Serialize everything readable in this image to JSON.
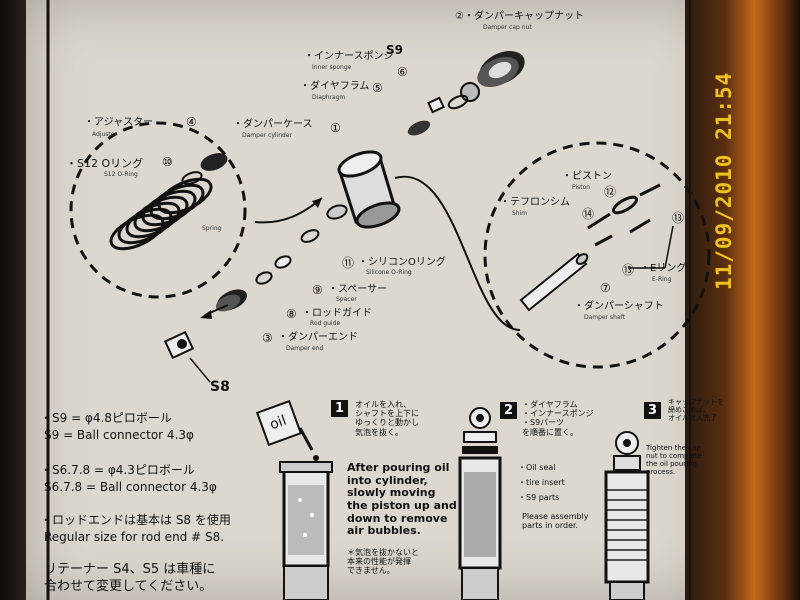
{
  "datestamp": "11/09/2010 21:54",
  "parts": {
    "damper_cap_nut": {
      "num": "②",
      "jp": "・ダンパーキャップナット",
      "en": "Damper cap nut"
    },
    "s9": "S9",
    "inner_sponge": {
      "num": "⑥",
      "jp": "・インナースポンジ",
      "en": "Inner sponge"
    },
    "diaphragm": {
      "num": "⑤",
      "jp": "・ダイヤフラム",
      "en": "Diaphragm"
    },
    "adjuster": {
      "num": "④",
      "jp": "・アジャスター",
      "en": "Adjuster"
    },
    "damper_cylinder": {
      "num": "①",
      "jp": "・ダンパーケース",
      "en": "Damper cylinder"
    },
    "s12_oring": {
      "num": "⑩",
      "jp": "・S12 Oリング",
      "en": "S12 O-Ring"
    },
    "spring": {
      "en": "Spring"
    },
    "silicone_oring": {
      "num": "⑪",
      "jp": "・シリコンOリング",
      "en": "Silicone O-Ring"
    },
    "spacer": {
      "num": "⑨",
      "jp": "・スペーサー",
      "en": "Spacer"
    },
    "rod_guide": {
      "num": "⑧",
      "jp": "・ロッドガイド",
      "en": "Rod guide"
    },
    "damper_end": {
      "num": "③",
      "jp": "・ダンパーエンド",
      "en": "Damper end"
    },
    "s8": "S8",
    "piston": {
      "num": "⑫",
      "jp": "・ピストン",
      "en": "Piston"
    },
    "shim": {
      "num": "⑭",
      "jp": "・テフロンシム",
      "en": "Shim"
    },
    "eclip_num": "⑬",
    "e_ring": {
      "num": "⑬",
      "jp": "・Eリング",
      "en": "E-Ring"
    },
    "damper_shaft": {
      "num": "⑦",
      "jp": "・ダンパーシャフト",
      "en": "Damper shaft"
    }
  },
  "notes": {
    "s9_jp": "・S9 = φ4.8ピロボール",
    "s9_en": "S9 = Ball connector 4.3φ",
    "s678_jp": "・S6.7.8 = φ4.3ピロボール",
    "s678_en": "S6.7.8 = Ball connector 4.3φ",
    "rod_end_jp": "・ロッドエンドは基本は S8 を使用",
    "rod_end_en": "Regular size for rod end # S8.",
    "retainer_jp1": "リテーナー S4、S5 は車種に",
    "retainer_jp2": "合わせて変更してください。"
  },
  "oil_label": "oil",
  "steps": [
    {
      "num": "1",
      "jp": [
        "オイルを入れ、",
        "シャフトを上下に",
        "ゆっくりと動かし",
        "気泡を抜く。"
      ],
      "en": [
        "After pouring oil",
        "into cylinder,",
        "slowly moving",
        "the piston up and",
        "down to remove",
        "air bubbles."
      ],
      "note": [
        "＊気泡を抜かないと",
        "本来の性能が発揮",
        "できません。"
      ]
    },
    {
      "num": "2",
      "jp": [
        "・ダイヤフラム",
        "・インナースポンジ",
        "・S9パーツ",
        "を順番に置く。"
      ],
      "en": [
        "・Oil seal",
        "・tire insert",
        "・S9 parts",
        "Please assembly",
        "parts in order."
      ]
    },
    {
      "num": "3",
      "jp": [
        "キャップナットを",
        "締めこめば、",
        "オイル封入完了"
      ],
      "en": [
        "Tighten the cap",
        "nut to complete",
        "the oil pouring",
        "process."
      ]
    }
  ]
}
